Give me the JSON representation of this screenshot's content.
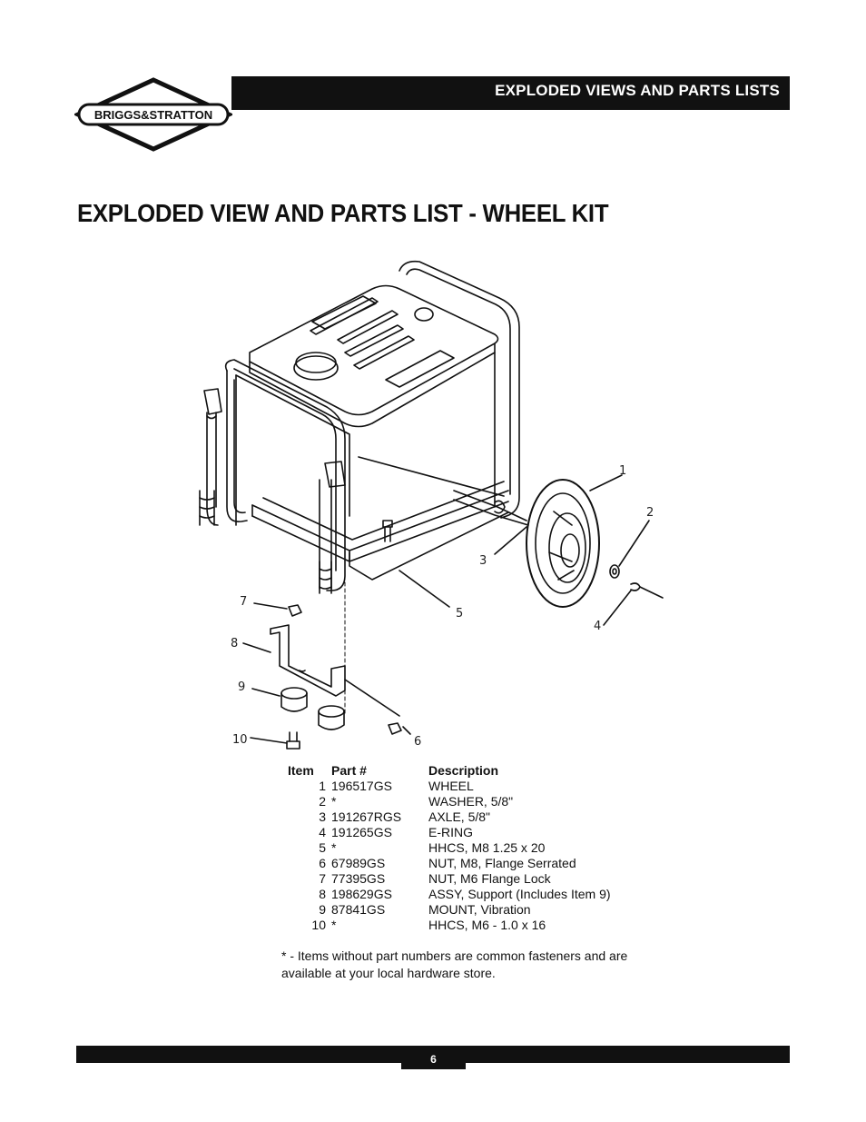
{
  "header": {
    "section_title": "EXPLODED VIEWS AND PARTS LISTS",
    "logo_text": "BRIGGS&STRATTON"
  },
  "page_title": "EXPLODED VIEW AND PARTS LIST - WHEEL KIT",
  "diagram": {
    "callouts": [
      "1",
      "2",
      "3",
      "4",
      "5",
      "6",
      "7",
      "8",
      "9",
      "10"
    ]
  },
  "parts_list": {
    "headers": {
      "item": "Item",
      "part": "Part #",
      "description": "Description"
    },
    "rows": [
      {
        "item": "1",
        "part": "196517GS",
        "description": "WHEEL"
      },
      {
        "item": "2",
        "part": "*",
        "description": "WASHER, 5/8\""
      },
      {
        "item": "3",
        "part": "191267RGS",
        "description": "AXLE, 5/8\""
      },
      {
        "item": "4",
        "part": "191265GS",
        "description": "E-RING"
      },
      {
        "item": "5",
        "part": "*",
        "description": "HHCS, M8 1.25 x 20"
      },
      {
        "item": "6",
        "part": "67989GS",
        "description": "NUT, M8, Flange Serrated"
      },
      {
        "item": "7",
        "part": "77395GS",
        "description": "NUT, M6 Flange Lock"
      },
      {
        "item": "8",
        "part": "198629GS",
        "description": "ASSY, Support (Includes Item 9)"
      },
      {
        "item": "9",
        "part": "87841GS",
        "description": "MOUNT, Vibration"
      },
      {
        "item": "10",
        "part": "*",
        "description": "HHCS, M6 - 1.0 x 16"
      }
    ]
  },
  "footnote": "* - Items without part numbers are common fasteners and are available at your local hardware store.",
  "footer": {
    "page_number": "6"
  }
}
